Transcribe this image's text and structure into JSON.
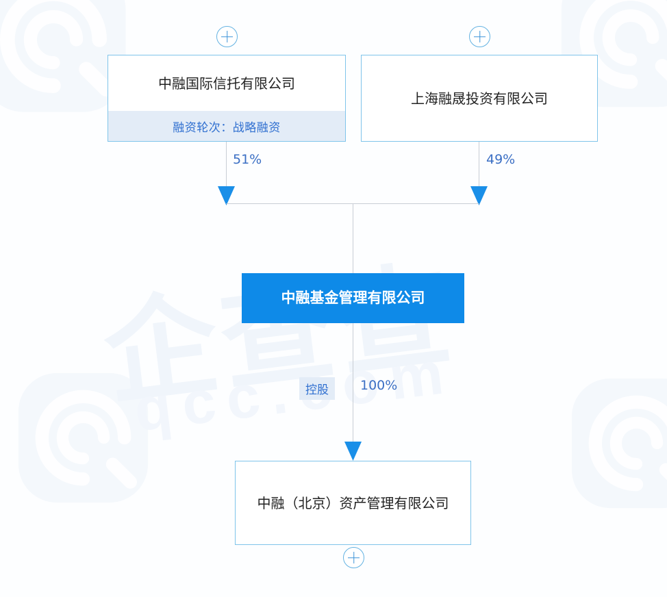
{
  "watermark": {
    "brand_zh": "企查查",
    "brand_en": "qcc.com",
    "logo_icon": "qcc-spiral-logo-icon"
  },
  "diagram": {
    "type": "ownership-tree",
    "shareholders": [
      {
        "id": "shareholder-left",
        "name": "中融国际信托有限公司",
        "sub_label": "融资轮次：战略融资",
        "has_sub": true,
        "expand_icon": "plus-circle-icon",
        "ownership_pct": "51%"
      },
      {
        "id": "shareholder-right",
        "name": "上海融晟投资有限公司",
        "sub_label": "",
        "has_sub": false,
        "expand_icon": "plus-circle-icon",
        "ownership_pct": "49%"
      }
    ],
    "center": {
      "id": "center-company",
      "name": "中融基金管理有限公司",
      "accent_color": "#0e8ae8"
    },
    "subsidiaries": [
      {
        "id": "subsidiary-bottom",
        "name": "中融（北京）资产管理有限公司",
        "relation_tag": "控股",
        "ownership_pct": "100%",
        "expand_icon": "plus-circle-icon"
      }
    ],
    "colors": {
      "node_border": "#7fc4ea",
      "primary_fill": "#0e8ae8",
      "sub_fill": "#e3ecf7",
      "link_text": "#3b6fc4",
      "arrow": "#1a8fe8",
      "connector_line": "#c8cdd4"
    }
  }
}
